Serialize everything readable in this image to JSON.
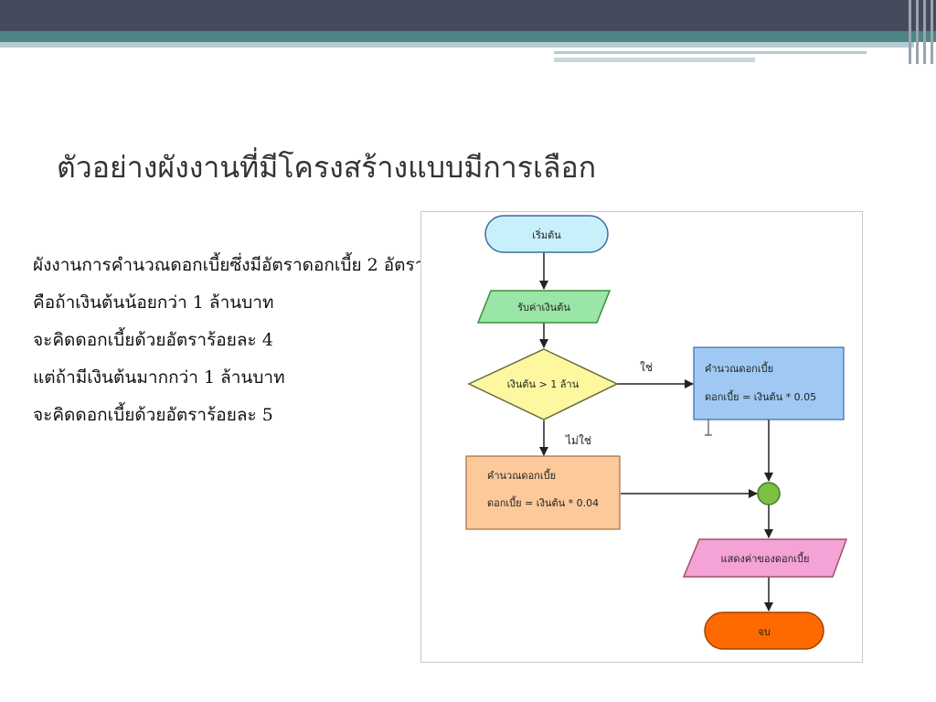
{
  "slide": {
    "title": "ตัวอย่างผังงานที่มีโครงสร้างแบบมีการเลือก",
    "body_lines": [
      "ผังงานการคำนวณดอกเบี้ยซึ่งมีอัตราดอกเบี้ย 2 อัตรา",
      "คือถ้าเงินต้นน้อยกว่า 1 ล้านบาท",
      "จะคิดดอกเบี้ยด้วยอัตราร้อยละ 4",
      "แต่ถ้ามีเงินต้นมากกว่า 1 ล้านบาท",
      "จะคิดดอกเบี้ยด้วยอัตราร้อยละ 5"
    ]
  },
  "flowchart": {
    "start": "เริ่มต้น",
    "input": "รับค่าเงินต้น",
    "decision": "เงินต้น > 1 ล้าน",
    "yes_label": "ใช่",
    "no_label": "ไม่ใช่",
    "calc_yes": {
      "line1": "คำนวณดอกเบี้ย",
      "line2": "ดอกเบี้ย = เงินต้น * 0.05"
    },
    "calc_no": {
      "line1": "คำนวณดอกเบี้ย",
      "line2": "ดอกเบี้ย = เงินต้น * 0.04"
    },
    "output": "แสดงค่าของดอกเบี้ย",
    "end": "จบ"
  },
  "colors": {
    "header_dark": "#454a5c",
    "header_teal": "#4f8585",
    "start_fill": "#c8f0fb",
    "input_fill": "#99e6a6",
    "decision_fill": "#fdf7a0",
    "calc_yes_fill": "#9fc9f3",
    "calc_no_fill": "#fcc99a",
    "connector_fill": "#7bc043",
    "output_fill": "#f5a2d6",
    "end_fill": "#ff6a00"
  }
}
